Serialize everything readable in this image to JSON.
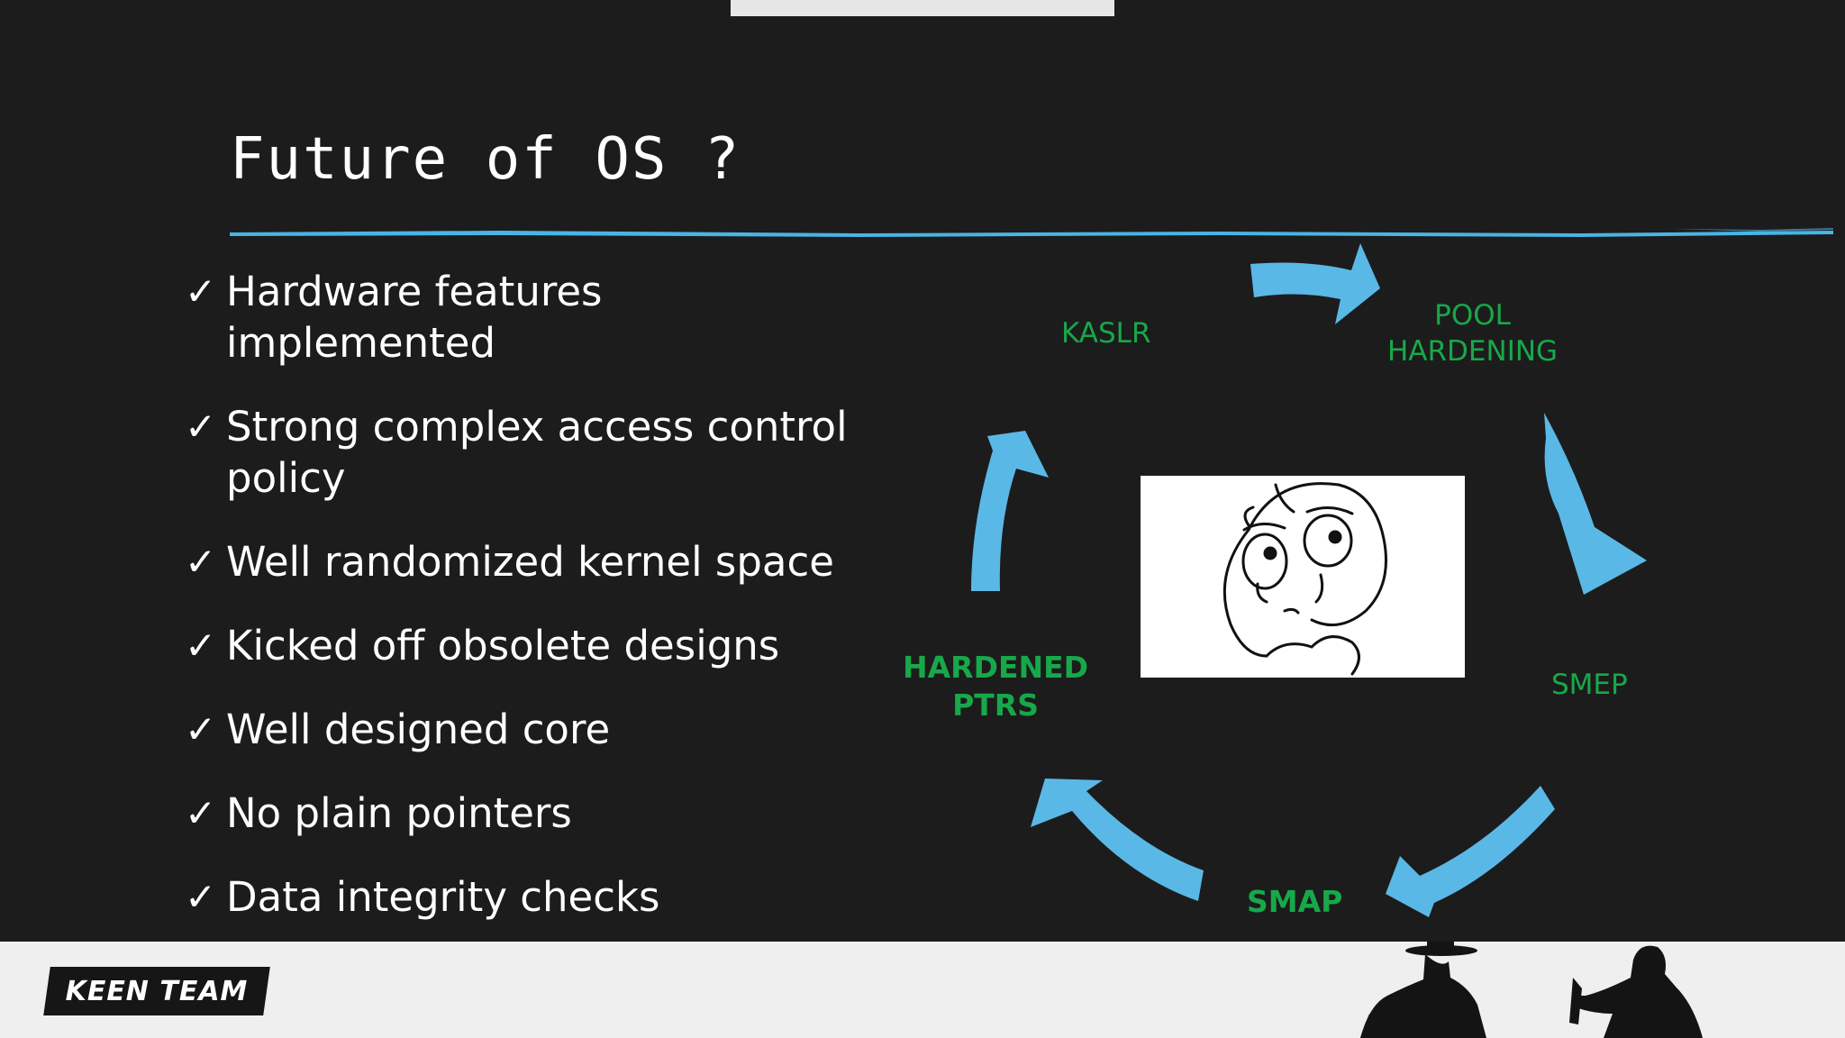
{
  "slide": {
    "title": "Future of OS ?",
    "bullets": [
      "Hardware features implemented",
      "Strong complex access control policy",
      "Well randomized kernel space",
      "Kicked off obsolete designs",
      "Well designed core",
      "No plain pointers",
      "Data integrity checks"
    ],
    "check_mark": "✓"
  },
  "cycle": {
    "nodes": {
      "kaslr": "KASLR",
      "pool_hardening": [
        "POOL",
        "HARDENING"
      ],
      "smep": "SMEP",
      "smap": "SMAP",
      "hardened_ptrs": [
        "HARDENED",
        "PTRS"
      ]
    },
    "colors": {
      "arrow": "#5ab8e6",
      "label": "#17a84a"
    },
    "center_image": "thinking-face-meme"
  },
  "footer": {
    "logo_text": "KEEN TEAM"
  },
  "colors": {
    "background": "#1c1c1c",
    "title_rule": "#4ab4e4",
    "footer": "#efefef"
  }
}
